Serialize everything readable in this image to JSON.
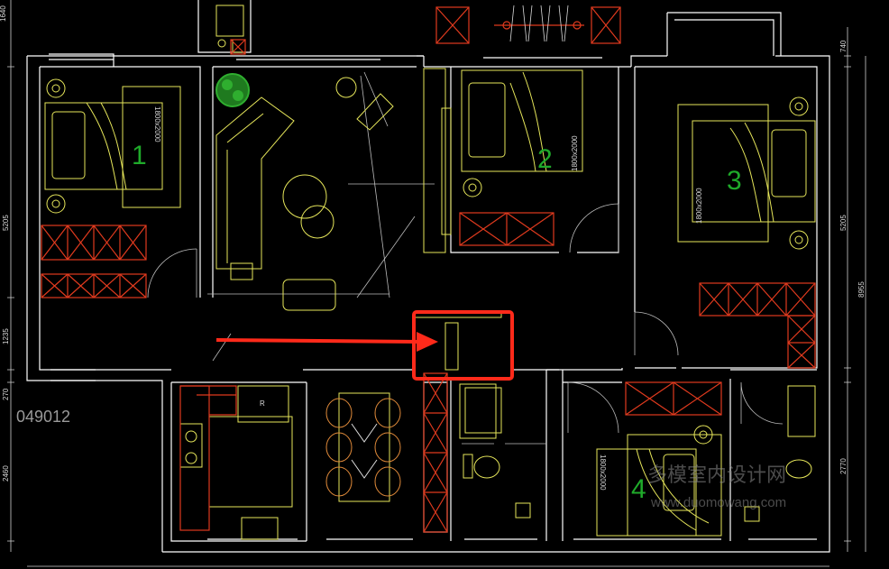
{
  "plan_code": "049012",
  "rooms": [
    {
      "number": "1",
      "bed_label": "1800x2000"
    },
    {
      "number": "2",
      "bed_label": "1800x2000"
    },
    {
      "number": "3",
      "bed_label": "1800x2000"
    },
    {
      "number": "4",
      "bed_label": "1800x2000"
    }
  ],
  "fridge_label": "R",
  "dims_left": [
    "1640",
    "5205",
    "1235",
    "270",
    "2460"
  ],
  "dims_right": [
    "740",
    "5205",
    "8955",
    "2770"
  ],
  "watermark": {
    "text": "多模室内设计网",
    "url": "www.duomowang.com"
  },
  "colors": {
    "wall": "#ffffff",
    "furniture": "#e6e65a",
    "cabinet": "#e03a1e",
    "room_number": "#1faa2a",
    "highlight": "#ff2a1a",
    "plant": "#2fae2f"
  }
}
